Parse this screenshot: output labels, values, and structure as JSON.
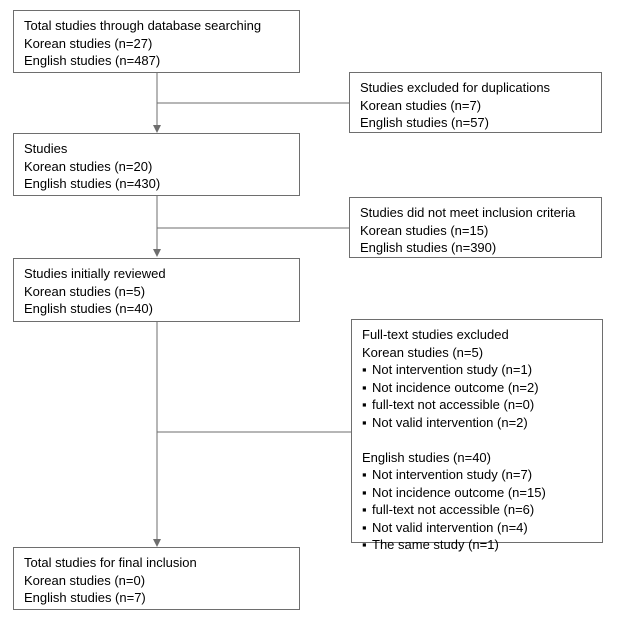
{
  "box1": {
    "lines": [
      "Total studies through database searching",
      "Korean studies (n=27)",
      "English studies (n=487)"
    ]
  },
  "excl1": {
    "lines": [
      "Studies excluded for duplications",
      "Korean studies (n=7)",
      "English studies (n=57)"
    ]
  },
  "box2": {
    "lines": [
      "Studies",
      "Korean studies (n=20)",
      "English studies (n=430)"
    ]
  },
  "excl2": {
    "lines": [
      "Studies did not meet inclusion criteria",
      "Korean studies (n=15)",
      "English studies (n=390)"
    ]
  },
  "box3": {
    "lines": [
      "Studies initially reviewed",
      "Korean studies (n=5)",
      "English studies (n=40)"
    ]
  },
  "excl3": {
    "title": "Full-text studies excluded",
    "korean": {
      "header": "Korean studies (n=5)",
      "items": [
        "Not intervention study (n=1)",
        "Not incidence outcome (n=2)",
        "full-text not accessible (n=0)",
        "Not valid intervention (n=2)"
      ]
    },
    "english": {
      "header": "English studies (n=40)",
      "items": [
        "Not intervention study (n=7)",
        "Not incidence outcome (n=15)",
        "full-text not accessible (n=6)",
        "Not valid intervention (n=4)",
        "The same study (n=1)"
      ]
    },
    "bullet": "▪"
  },
  "box4": {
    "lines": [
      "Total studies for final inclusion",
      "Korean studies (n=0)",
      "English studies (n=7)"
    ]
  },
  "colors": {
    "border": "#6e6e6e",
    "line": "#6e6e6e",
    "text": "#000000"
  }
}
